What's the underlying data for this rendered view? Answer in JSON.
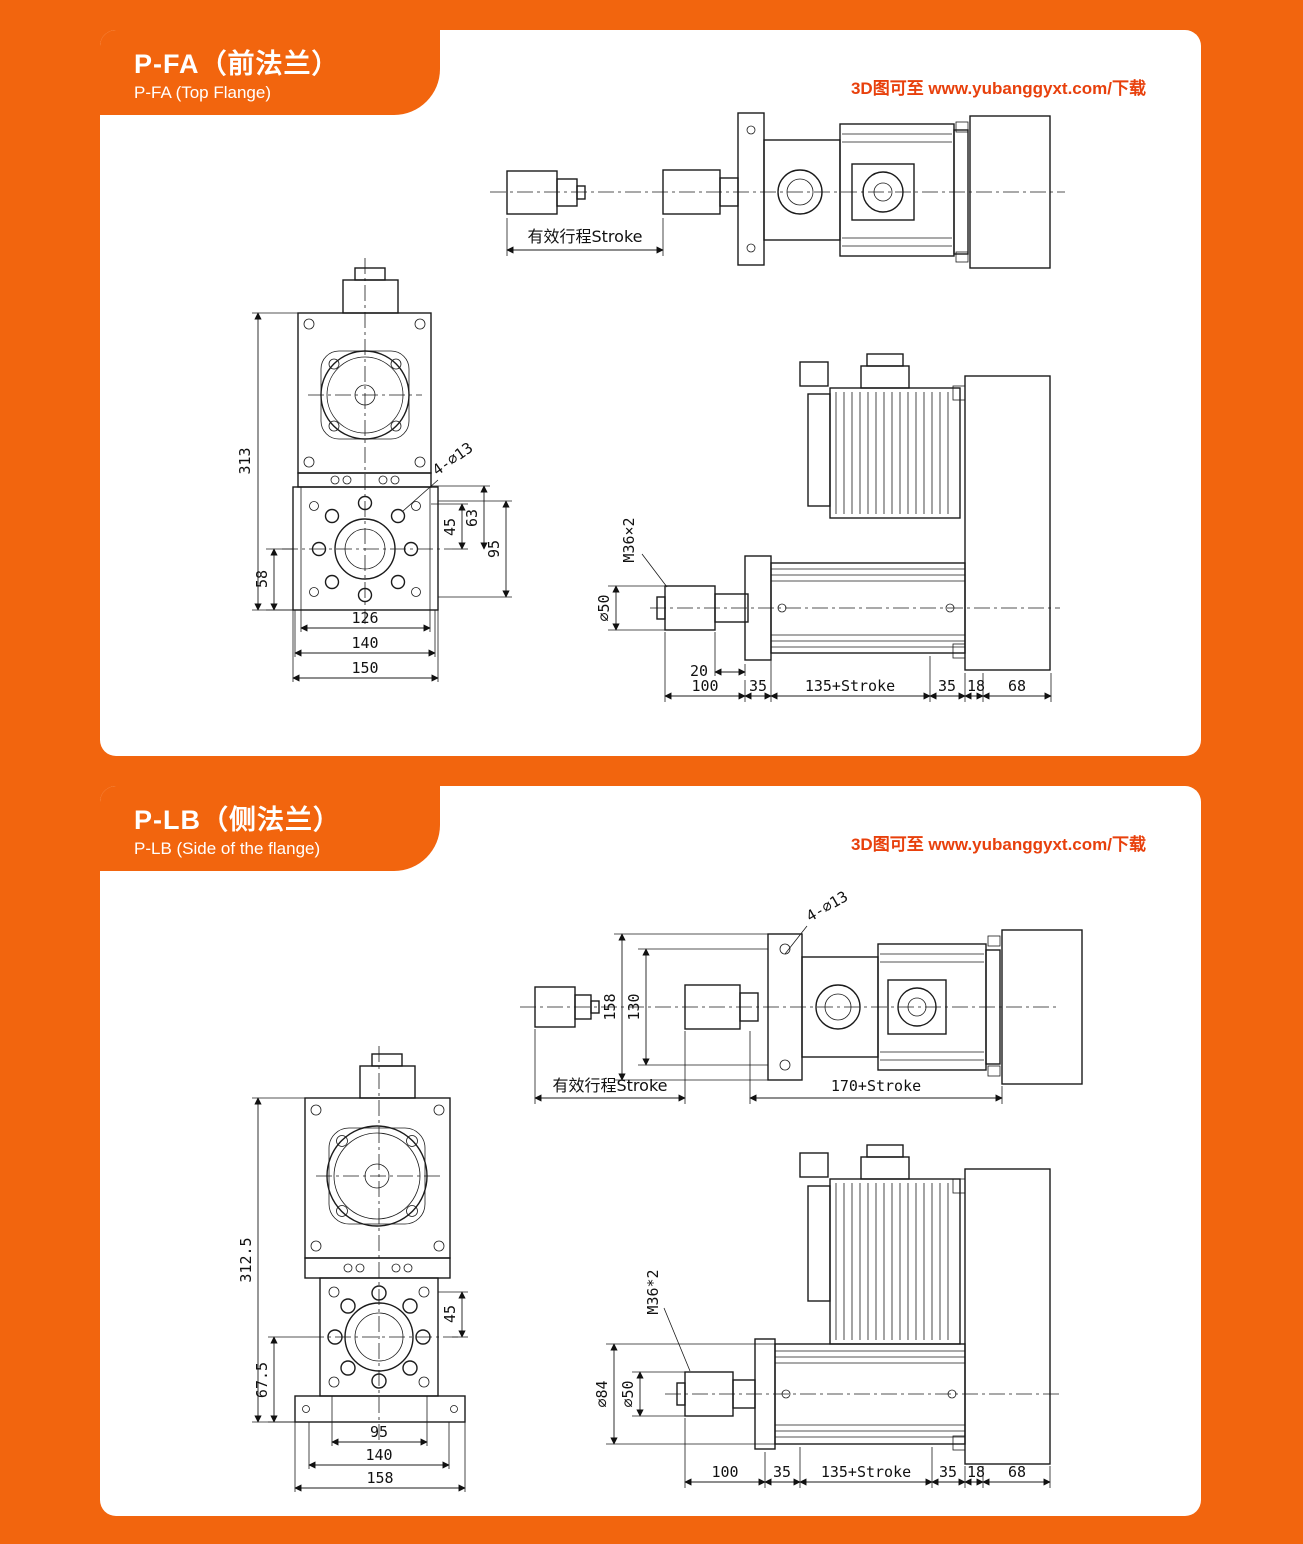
{
  "page": {
    "background": "#f2650e",
    "accent": "#e8400c"
  },
  "sections": {
    "pfa": {
      "title_zh": "P-FA（前法兰）",
      "title_en": "P-FA (Top Flange)",
      "link": "3D图可至 www.yubanggyxt.com/下载",
      "dims": {
        "stroke_label": "有效行程Stroke",
        "total_height": "313",
        "flange_offset": "58",
        "bolt_spacing": "126",
        "body_width": "140",
        "flange_width": "150",
        "dim45": "45",
        "dim63": "63",
        "dim95": "95",
        "bolt_callout": "4-∅13",
        "thread": "M36×2",
        "rod_dia": "∅50",
        "dim20": "20",
        "dim100": "100",
        "dim35a": "35",
        "body_len": "135+Stroke",
        "dim35b": "35",
        "dim18": "18",
        "dim68": "68"
      }
    },
    "plb": {
      "title_zh": "P-LB（侧法兰）",
      "title_en": "P-LB (Side of the flange)",
      "link": "3D图可至 www.yubanggyxt.com/下载",
      "dims": {
        "stroke_label": "有效行程Stroke",
        "bolt_callout": "4-∅13",
        "flange_height": "158",
        "bolt_spacing_v": "130",
        "housing_len": "170+Stroke",
        "total_height": "312.5",
        "flange_offset": "67.5",
        "bolt_spacing": "95",
        "body_width": "140",
        "flange_width": "158",
        "dim45": "45",
        "thread": "M36*2",
        "cyl_dia": "∅84",
        "rod_dia": "∅50",
        "dim100": "100",
        "dim35a": "35",
        "body_len": "135+Stroke",
        "dim35b": "35",
        "dim18": "18",
        "dim68": "68"
      }
    }
  }
}
